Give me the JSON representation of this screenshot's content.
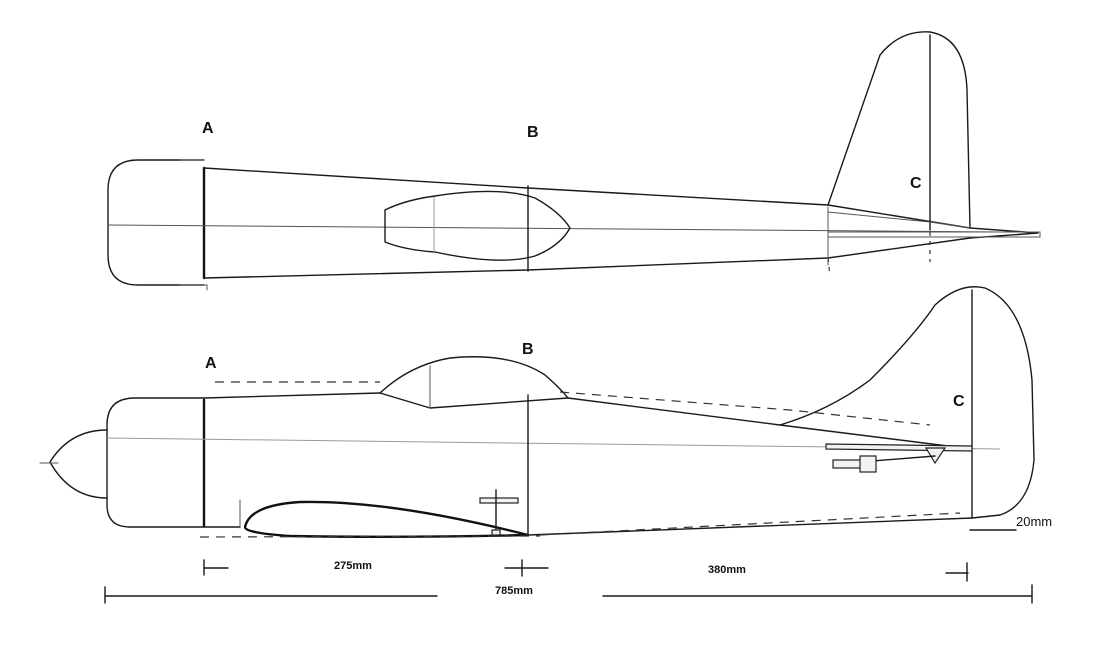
{
  "top_view": {
    "station_a": "A",
    "station_b": "B",
    "station_c": "C"
  },
  "side_view": {
    "station_a": "A",
    "station_b": "B",
    "station_c": "C"
  },
  "dimensions": {
    "a_to_b": "275mm",
    "b_to_c": "380mm",
    "overall": "785mm"
  },
  "scale_bar": {
    "label": "20mm"
  }
}
